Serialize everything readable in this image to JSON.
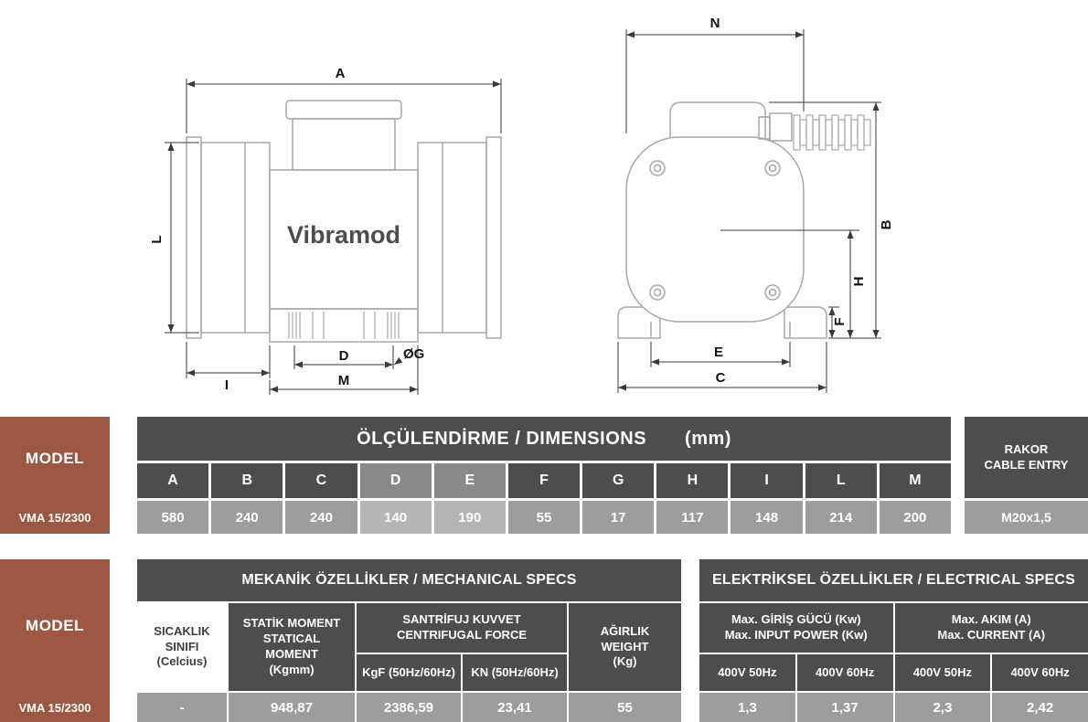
{
  "colors": {
    "header_dark": "#4d4d4d",
    "row_gray": "#9d9d9d",
    "model_brown": "#9c5843",
    "highlight_header": "#8a8a8a",
    "highlight_value": "#b5b5b5"
  },
  "drawing": {
    "brand": "Vibramod",
    "side_view": {
      "labels": [
        "A",
        "L",
        "I",
        "D",
        "M",
        "ØG"
      ]
    },
    "end_view": {
      "labels": [
        "N",
        "B",
        "H",
        "F",
        "E",
        "C"
      ]
    }
  },
  "dimensions": {
    "model_header": "MODEL",
    "model_value": "VMA 15/2300",
    "title": "ÖLÇÜLENDİRME / DIMENSIONS",
    "title_unit": "(mm)",
    "highlighted_columns": [
      "D",
      "E"
    ],
    "columns": [
      {
        "label": "A",
        "value": "580"
      },
      {
        "label": "B",
        "value": "240"
      },
      {
        "label": "C",
        "value": "240"
      },
      {
        "label": "D",
        "value": "140"
      },
      {
        "label": "E",
        "value": "190"
      },
      {
        "label": "F",
        "value": "55"
      },
      {
        "label": "G",
        "value": "17"
      },
      {
        "label": "H",
        "value": "117"
      },
      {
        "label": "I",
        "value": "148"
      },
      {
        "label": "L",
        "value": "214"
      },
      {
        "label": "M",
        "value": "200"
      }
    ],
    "rakor_line1": "RAKOR",
    "rakor_line2": "CABLE ENTRY",
    "rakor_value": "M20x1,5"
  },
  "mechanical": {
    "model_header": "MODEL",
    "model_value": "VMA 15/2300",
    "title": "MEKANİK ÖZELLİKLER / MECHANICAL SPECS",
    "temp_l1": "SICAKLIK",
    "temp_l2": "SINIFI",
    "temp_l3": "(Celcius)",
    "static_l1": "STATİK MOMENT",
    "static_l2": "STATICAL",
    "static_l3": "MOMENT",
    "static_l4": "(Kgmm)",
    "centrifugal_l1": "SANTRİFUJ KUVVET",
    "centrifugal_l2": "CENTRIFUGAL FORCE",
    "kgf_header": "KgF (50Hz/60Hz)",
    "kn_header": "KN (50Hz/60Hz)",
    "weight_l1": "AĞIRLIK",
    "weight_l2": "WEIGHT",
    "weight_l3": "(Kg)",
    "values": {
      "temp": "-",
      "static_moment": "948,87",
      "kgf": "2386,59",
      "kn": "23,41",
      "weight": "55"
    }
  },
  "electrical": {
    "title": "ELEKTRİKSEL ÖZELLİKLER / ELECTRICAL SPECS",
    "power_l1": "Max. GİRİŞ GÜCÜ  (Kw)",
    "power_l2": "Max. INPUT POWER (Kw)",
    "current_l1": "Max. AKIM (A)",
    "current_l2": "Max. CURRENT (A)",
    "sub_headers": [
      "400V 50Hz",
      "400V 60Hz",
      "400V 50Hz",
      "400V 60Hz"
    ],
    "values": [
      "1,3",
      "1,37",
      "2,3",
      "2,42"
    ]
  }
}
